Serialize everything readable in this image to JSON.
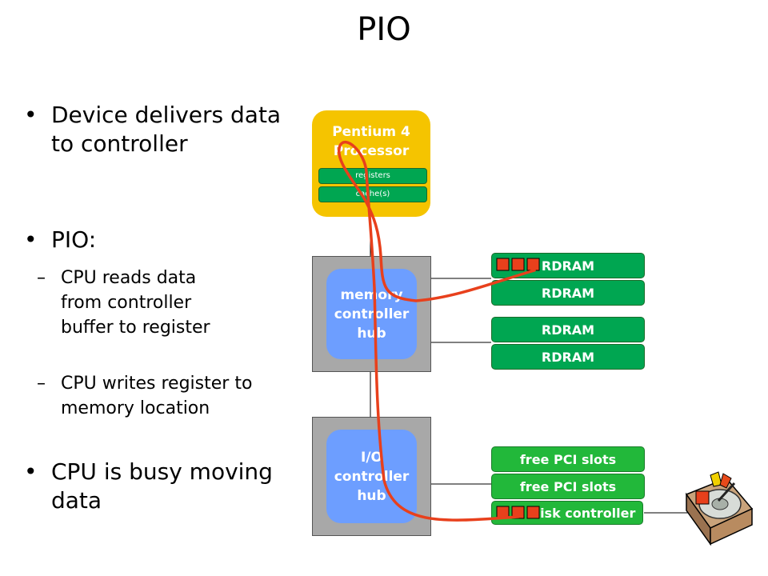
{
  "title": "PIO",
  "bullets": {
    "b1": "Device delivers data to controller",
    "b2": "PIO:",
    "sub1": "CPU reads data from controller buffer to register",
    "sub2": "CPU writes register to memory location",
    "b3": "CPU is busy moving data",
    "bullet_char": "•",
    "dash_char": "–"
  },
  "diagram": {
    "cpu": {
      "line1": "Pentium 4",
      "line2": "Processor",
      "registers": "registers",
      "caches": "cache(s)"
    },
    "mch": {
      "line1": "memory",
      "line2": "controller",
      "line3": "hub"
    },
    "ich": {
      "line1": "I/O",
      "line2": "controller",
      "line3": "hub"
    },
    "rdram": [
      "RDRAM",
      "RDRAM",
      "RDRAM",
      "RDRAM"
    ],
    "pci": [
      "free PCI slots",
      "free PCI slots"
    ],
    "disk_controller": "disk controller",
    "colors": {
      "cpu": "#f5c400",
      "hub": "#6d9eff",
      "ram": "#00a651",
      "path": "#e8401c"
    }
  }
}
